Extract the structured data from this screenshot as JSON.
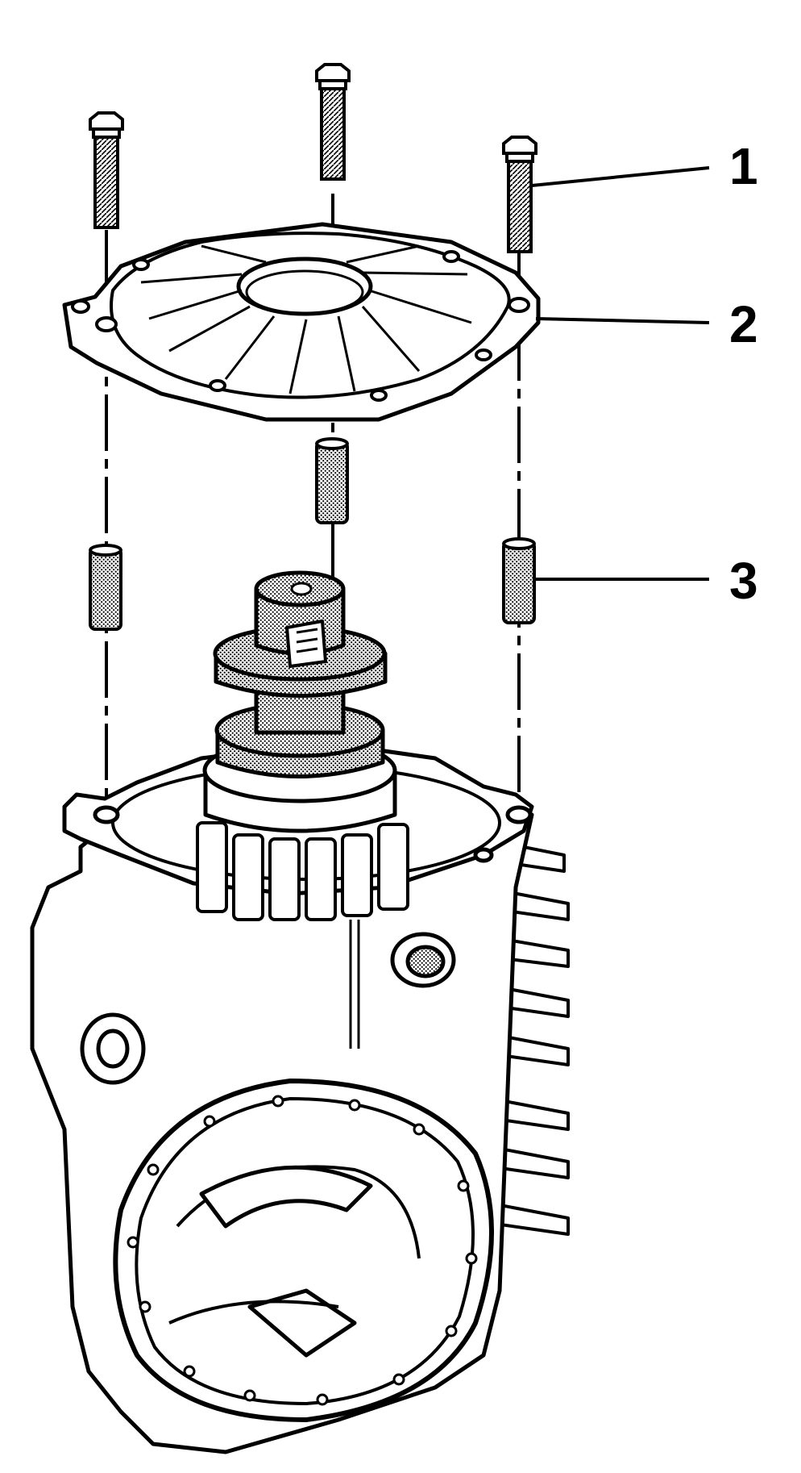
{
  "callouts": [
    {
      "id": "1",
      "label": "1"
    },
    {
      "id": "2",
      "label": "2"
    },
    {
      "id": "3",
      "label": "3"
    }
  ],
  "colors": {
    "line": "#000000",
    "fill": "#ffffff",
    "shade": "#8c8c8c"
  }
}
